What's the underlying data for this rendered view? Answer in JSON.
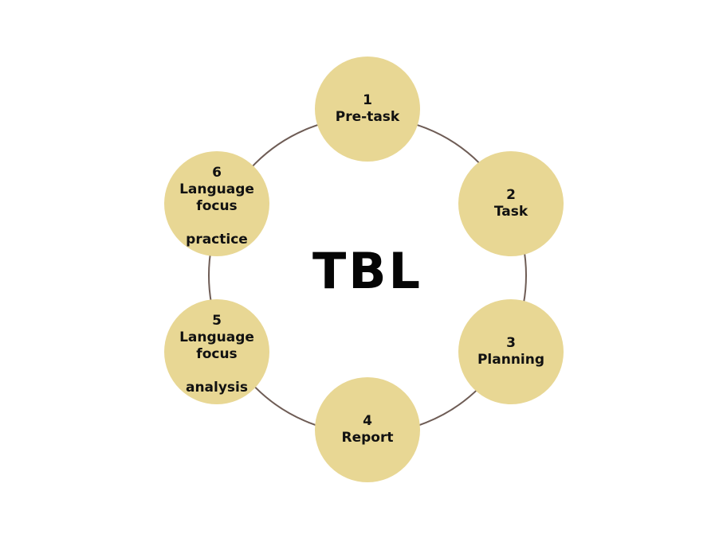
{
  "diagram": {
    "center_title": "TBL",
    "stages": [
      {
        "number": "1",
        "lines": [
          "Pre-task"
        ]
      },
      {
        "number": "2",
        "lines": [
          "Task"
        ]
      },
      {
        "number": "3",
        "lines": [
          "Planning"
        ]
      },
      {
        "number": "4",
        "lines": [
          "Report"
        ]
      },
      {
        "number": "5",
        "lines": [
          "Language",
          "focus"
        ],
        "extra": "analysis"
      },
      {
        "number": "6",
        "lines": [
          "Language",
          "focus"
        ],
        "extra": "practice"
      }
    ]
  },
  "colors": {
    "node_fill": "#e8d794",
    "ring": "#6e5c55",
    "text": "#111111",
    "title": "#050505"
  }
}
